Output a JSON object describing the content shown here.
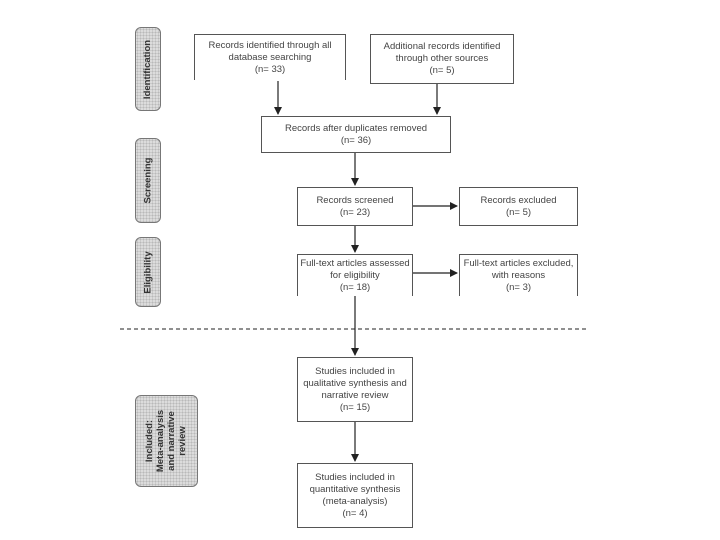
{
  "phases": {
    "identification": [
      "Identification"
    ],
    "screening": [
      "Screening"
    ],
    "eligibility": [
      "Eligibility"
    ],
    "included": [
      "Included:",
      "Meta-analysis",
      "and narrative",
      "review"
    ]
  },
  "boxes": {
    "database": [
      "Records identified through all",
      "database searching",
      "(n= 33)"
    ],
    "other_sources": [
      "Additional records identified",
      "through other sources",
      "(n= 5)"
    ],
    "after_duplicates": [
      "Records after duplicates removed",
      "(n= 36)"
    ],
    "screened": [
      "Records screened",
      "(n= 23)"
    ],
    "excluded": [
      "Records excluded",
      "(n= 5)"
    ],
    "fulltext_assessed": [
      "Full-text articles assessed",
      "for eligibility",
      "(n= 18)"
    ],
    "fulltext_excluded": [
      "Full-text articles excluded,",
      "with reasons",
      "(n= 3)"
    ],
    "qualitative": [
      "Studies included in",
      "qualitative synthesis and",
      "narrative review",
      "(n= 15)"
    ],
    "quantitative": [
      "Studies included in",
      "quantitative synthesis",
      "(meta-analysis)",
      "(n= 4)"
    ]
  }
}
